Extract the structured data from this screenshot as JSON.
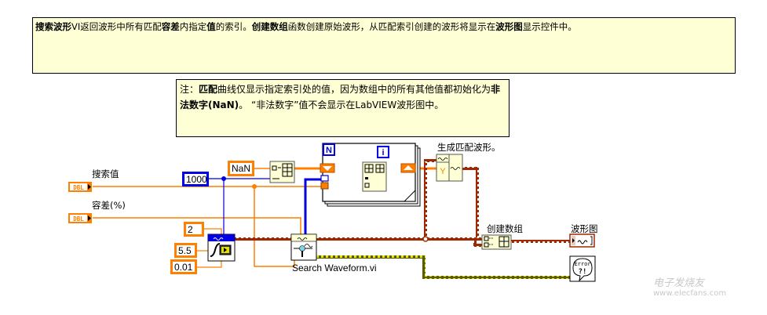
{
  "comments": {
    "top": {
      "segments": [
        {
          "text": "搜索波形",
          "bold": true
        },
        {
          "text": "VI返回波形中所有匹配",
          "bold": false
        },
        {
          "text": "容差",
          "bold": true
        },
        {
          "text": "内指定",
          "bold": false
        },
        {
          "text": "值",
          "bold": true
        },
        {
          "text": "的索引。",
          "bold": false
        },
        {
          "text": "创建数组",
          "bold": true
        },
        {
          "text": "函数创建原始波形，从匹配索引创建的波形将显示在",
          "bold": false
        },
        {
          "text": "波形图",
          "bold": true
        },
        {
          "text": "显示控件中。",
          "bold": false
        }
      ]
    },
    "note": {
      "segments": [
        {
          "text": "注：",
          "bold": false
        },
        {
          "text": "匹配",
          "bold": true
        },
        {
          "text": "曲线仅显示指定索引处的值，因为数组中的所有其他值都初始化为",
          "bold": false
        },
        {
          "text": "非法数字(NaN)",
          "bold": true
        },
        {
          "text": "。 “非法数字”值不会显示在LabVIEW波形图中。",
          "bold": false
        }
      ]
    }
  },
  "labels": {
    "search_value": "搜索值",
    "tolerance": "容差(%)",
    "build_matched_waveform": "生成匹配波形。",
    "build_array": "创建数组",
    "waveform_graph": "波形图",
    "search_waveform_vi": "Search Waveform.vi"
  },
  "controls": {
    "search_value_type": "DBL",
    "tolerance_type": "DBL"
  },
  "constants": {
    "array_size": "1000",
    "nan_value": "NaN",
    "frequency": "2",
    "amplitude": "5.5",
    "dt": "0.01"
  },
  "loop": {
    "count_terminal": "N",
    "iteration_terminal": "i"
  },
  "build_waveform": {
    "y_terminal": "Y"
  },
  "error_indicator": {
    "text": "Error",
    "symbol": "?!"
  },
  "watermark": {
    "brand": "电子发烧友",
    "url": "www.elecfans.com"
  },
  "colors": {
    "comment_bg": "#ffffd5",
    "dbl_wire": "#ff7f00",
    "int_wire": "#0000e0",
    "waveform_wire": "#a02800",
    "error_wire": "#c8c800"
  }
}
